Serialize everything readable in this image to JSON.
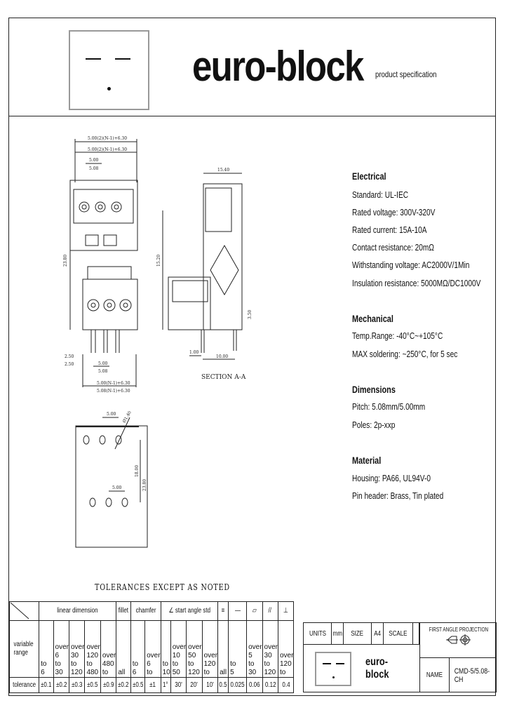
{
  "header": {
    "brand": "euro-block",
    "subtitle": "product specification"
  },
  "specs": {
    "electrical": {
      "heading": "Electrical",
      "items": [
        "Standard: UL-IEC",
        "Rated voltage: 300V-320V",
        "Rated current: 15A-10A",
        "Contact resistance: 20mΩ",
        "Withstanding voltage: AC2000V/1Min",
        "Insulation resistance: 5000MΩ/DC1000V"
      ]
    },
    "mechanical": {
      "heading": "Mechanical",
      "items": [
        "Temp.Range: -40°C~+105°C",
        "MAX soldering: ~250°C, for 5 sec"
      ]
    },
    "dimensions": {
      "heading": "Dimensions",
      "items": [
        "Pitch: 5.08mm/5.00mm",
        "Poles: 2p-xxp"
      ]
    },
    "material": {
      "heading": "Material",
      "items": [
        "Housing: PA66, UL94V-0",
        "Pin header: Brass, Tin plated"
      ]
    }
  },
  "drawing": {
    "dims": {
      "top_a": "5.00(2)(N-1)+6.30",
      "top_b": "5.00(2)(N-1)+6.30",
      "pitch_a": "5.00",
      "pitch_b": "5.08",
      "height": "23.80",
      "side_width": "15.40",
      "side_height": "15.20",
      "pin_len": "3.50",
      "pin_a": "2.50",
      "pin_b": "2.50",
      "bottom_pitch_a": "5.00",
      "bottom_pitch_b": "5.08",
      "bottom_a": "5.00(N-1)+6.30",
      "bottom_b": "5.08(N-1)+6.30",
      "sec_small": "1.00",
      "sec_len": "10.00",
      "pcb_pitch": "5.00",
      "pcb_hole": "Ø1.40",
      "pcb_pitch2": "5.00",
      "pcb_span": "18.00",
      "pcb_height": "23.80"
    },
    "section_label": "SECTION A-A"
  },
  "tolerances": {
    "title": "TOLERANCES EXCEPT AS NOTED",
    "groups": [
      "linear dimension",
      "fillet",
      "chamfer",
      "∠ start angle std",
      "≡",
      "—",
      "▱",
      "//",
      "⊥"
    ],
    "row_label_range": "variable\nrange",
    "row_label_tol": "tolerance",
    "ranges": [
      "to\n6",
      "over\n6\nto\n30",
      "over\n30\nto\n120",
      "over\n120\nto\n480",
      "over\n480\nto",
      "all",
      "to\n6",
      "over\n6\nto",
      "to\n10",
      "over\n10\nto\n50",
      "over\n50\nto\n120",
      "over\n120\nto",
      "all",
      "to\n5",
      "over\n5\nto\n30",
      "over\n30\nto\n120",
      "over\n120\nto"
    ],
    "values": [
      "±0.1",
      "±0.2",
      "±0.3",
      "±0.5",
      "±0.9",
      "±0.2",
      "±0.5",
      "±1",
      "1°",
      "30'",
      "20'",
      "10'",
      "0.5",
      "0.025",
      "0.06",
      "0.12",
      "0.4"
    ]
  },
  "title_block": {
    "units_label": "UNITS",
    "units": "mm",
    "size_label": "SIZE",
    "size": "A4",
    "scale_label": "SCALE",
    "scale": "",
    "projection": "FIRST ANGLE PROJECTION",
    "brand": "euro-block",
    "name_label": "NAME",
    "name": "CMD-5/5.08-CH"
  }
}
